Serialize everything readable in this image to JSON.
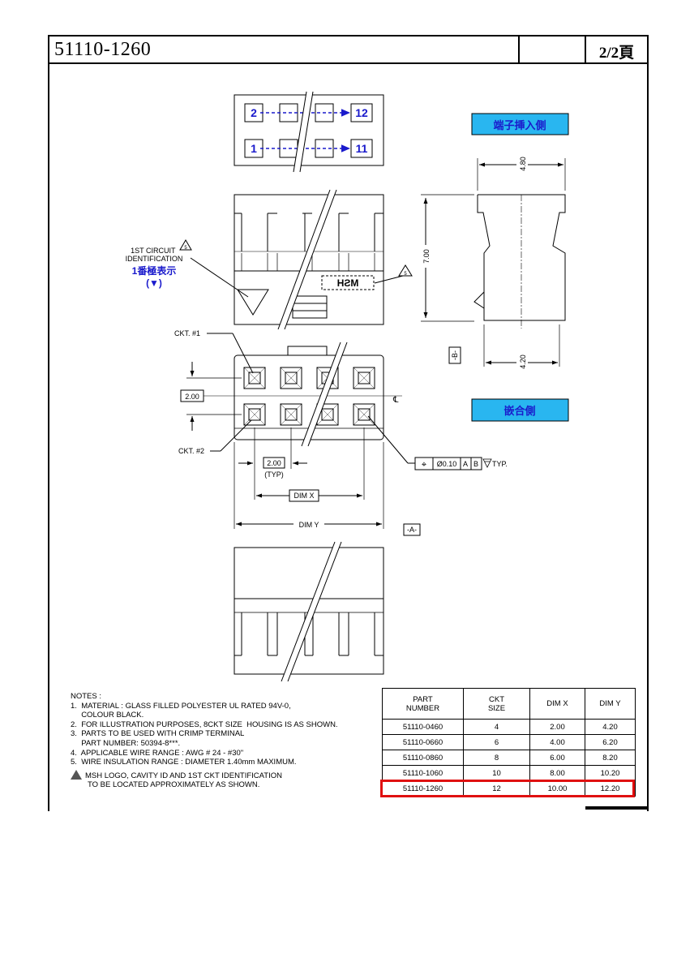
{
  "title_block": {
    "part_number": "51110-1260",
    "page": "2/2頁"
  },
  "views": {
    "top_view": {
      "cavity_labels": [
        "2",
        "12",
        "1",
        "11"
      ]
    },
    "callouts": {
      "first_circuit_en": "1ST CIRCUIT\nIDENTIFICATION",
      "first_circuit_cn": "1番極表示",
      "first_circuit_symbol": "(▼)",
      "note_ref_marker": "5",
      "msh_logo": "MSH",
      "terminal_insertion_side": "端子挿入側",
      "mating_side": "嵌合側",
      "ckt1": "CKT. #1",
      "ckt2": "CKT. #2",
      "centerline": "℄",
      "datum_a": "-A-",
      "datum_b": "-B-",
      "gdt_position_symbol": "⌖",
      "gdt_tolerance": "Ø0.10",
      "gdt_datum_a": "A",
      "gdt_datum_b": "B",
      "gdt_suffix": "TYP."
    },
    "dimensions": {
      "width_side": "4.80",
      "height_side": "7.00",
      "depth_side": "4.20",
      "row_pitch": "2.00",
      "col_pitch": "2.00",
      "col_pitch_note": "(TYP)",
      "dim_x": "DIM X",
      "dim_y": "DIM Y"
    }
  },
  "notes": {
    "heading": "NOTES :",
    "lines": [
      "1.  MATERIAL : GLASS FILLED POLYESTER UL RATED 94V-0,",
      "     COLOUR BLACK.",
      "2.  FOR ILLUSTRATION PURPOSES, 8CKT SIZE  HOUSING IS AS SHOWN.",
      "3.  PARTS TO BE USED WITH CRIMP TERMINAL",
      "     PART NUMBER: 50394-8***.",
      "4.  APPLICABLE WIRE RANGE : AWG # 24 - #30\"",
      "5.  WIRE INSULATION RANGE : DIAMETER 1.40mm MAXIMUM."
    ],
    "flag_note_marker": "5",
    "flag_note_lines": [
      "MSH LOGO, CAVITY ID AND 1ST CKT IDENTIFICATION",
      "TO BE LOCATED APPROXIMATELY AS SHOWN."
    ]
  },
  "parts_table": {
    "headers": [
      "PART\nNUMBER",
      "CKT\nSIZE",
      "DIM X",
      "DIM Y"
    ],
    "rows": [
      [
        "51110-0460",
        "4",
        "2.00",
        "4.20"
      ],
      [
        "51110-0660",
        "6",
        "4.00",
        "6.20"
      ],
      [
        "51110-0860",
        "8",
        "6.00",
        "8.20"
      ],
      [
        "51110-1060",
        "10",
        "8.00",
        "10.20"
      ],
      [
        "51110-1260",
        "12",
        "10.00",
        "12.20"
      ]
    ],
    "highlighted_row": 4,
    "highlight_color": "#e01010"
  },
  "colors": {
    "annotation_blue": "#1a1acc",
    "label_box_fill": "#29b6f0"
  }
}
